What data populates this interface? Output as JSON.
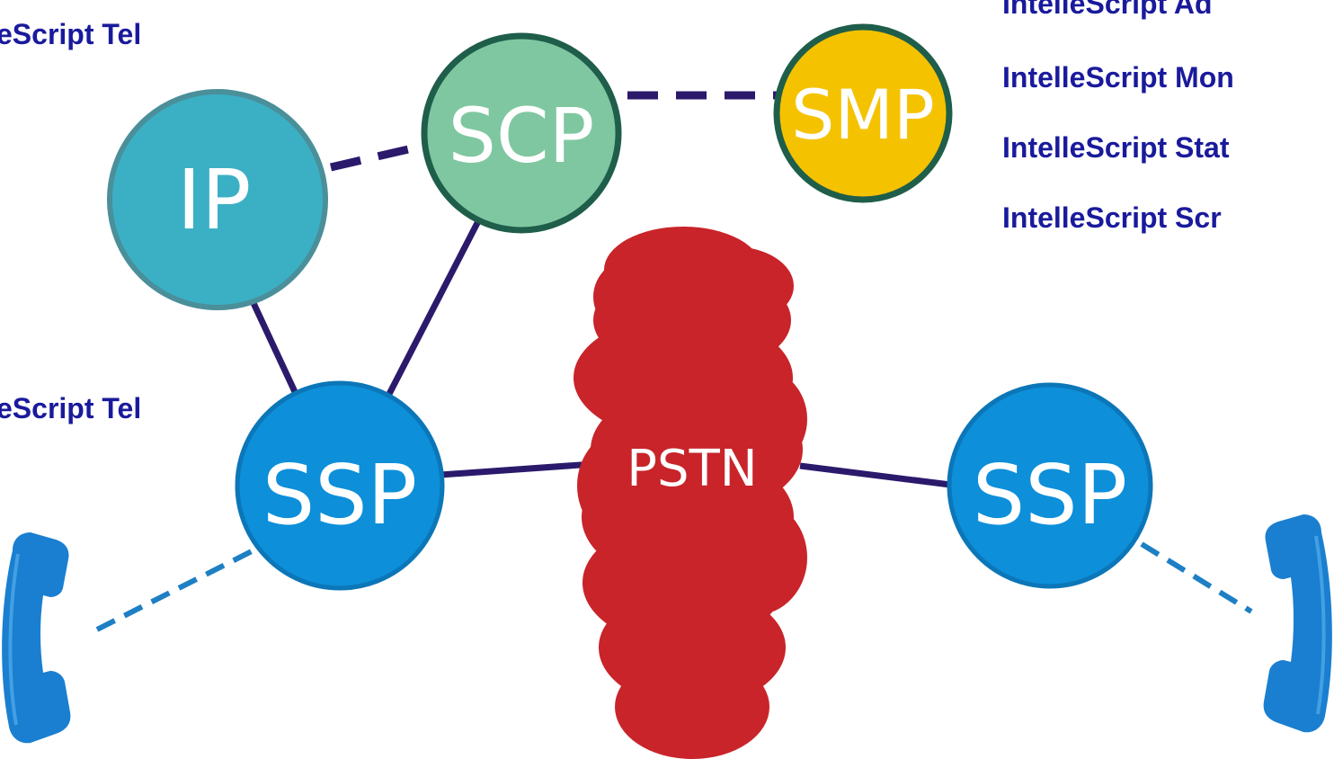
{
  "captions": {
    "left_top": "eScript Tel",
    "left_mid": "eScript Tel",
    "right_list": [
      "IntelleScript Ad",
      "IntelleScript Mon",
      "IntelleScript Stat",
      "IntelleScript Scr"
    ]
  },
  "nodes": {
    "ip": "IP",
    "scp": "SCP",
    "smp": "SMP",
    "ssp_left": "SSP",
    "ssp_right": "SSP",
    "pstn": "PSTN"
  },
  "colors": {
    "caption": "#1a1a9c",
    "ip_fill": "#3bb0c4",
    "ip_stroke": "#4a8f9a",
    "scp_fill": "#7fc7a1",
    "scp_stroke": "#1f5e4a",
    "smp_fill": "#f5c200",
    "smp_stroke": "#1f5e4a",
    "ssp_fill": "#0d8fd9",
    "ssp_stroke": "#0b76b8",
    "pstn_fill": "#c8242a",
    "link_solid": "#2b1a6b",
    "link_dashed_core": "#2b1a6b",
    "link_dashed_phone": "#1e7fc4",
    "phone": "#1a7fd0"
  },
  "icons": {
    "phone_left": "phone-handset-icon",
    "phone_right": "phone-handset-icon",
    "cloud": "cloud-icon"
  }
}
